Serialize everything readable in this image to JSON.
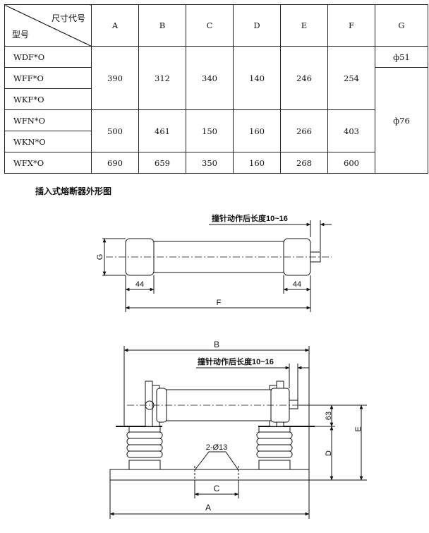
{
  "table": {
    "corner_top": "尺寸代号",
    "corner_bottom": "型号",
    "columns": [
      "A",
      "B",
      "C",
      "D",
      "E",
      "F",
      "G"
    ],
    "models": [
      "WDF*O",
      "WFF*O",
      "WKF*O",
      "WFN*O",
      "WKN*O",
      "WFX*O"
    ],
    "group1": {
      "A": "390",
      "B": "312",
      "C": "340",
      "D": "140",
      "E": "246",
      "F": "254"
    },
    "group2": {
      "A": "500",
      "B": "461",
      "C": "150",
      "D": "160",
      "E": "266",
      "F": "403"
    },
    "group3": {
      "A": "690",
      "B": "659",
      "C": "350",
      "D": "160",
      "E": "268",
      "F": "600"
    },
    "g_small": "ф51",
    "g_large": "ф76"
  },
  "drawing_title": "插入式熔断器外形图",
  "top_view": {
    "striker_label": "撞针动作后长度10~16",
    "g_label": "G",
    "left_44": "44",
    "right_44": "44",
    "f_label": "F"
  },
  "assembly_view": {
    "b_label": "B",
    "striker_label": "撞针动作后长度10~16",
    "hole_label": "2-Ø13",
    "c_label": "C",
    "a_label": "A",
    "d_label": "D",
    "e_label": "E",
    "dim_63": "63"
  }
}
